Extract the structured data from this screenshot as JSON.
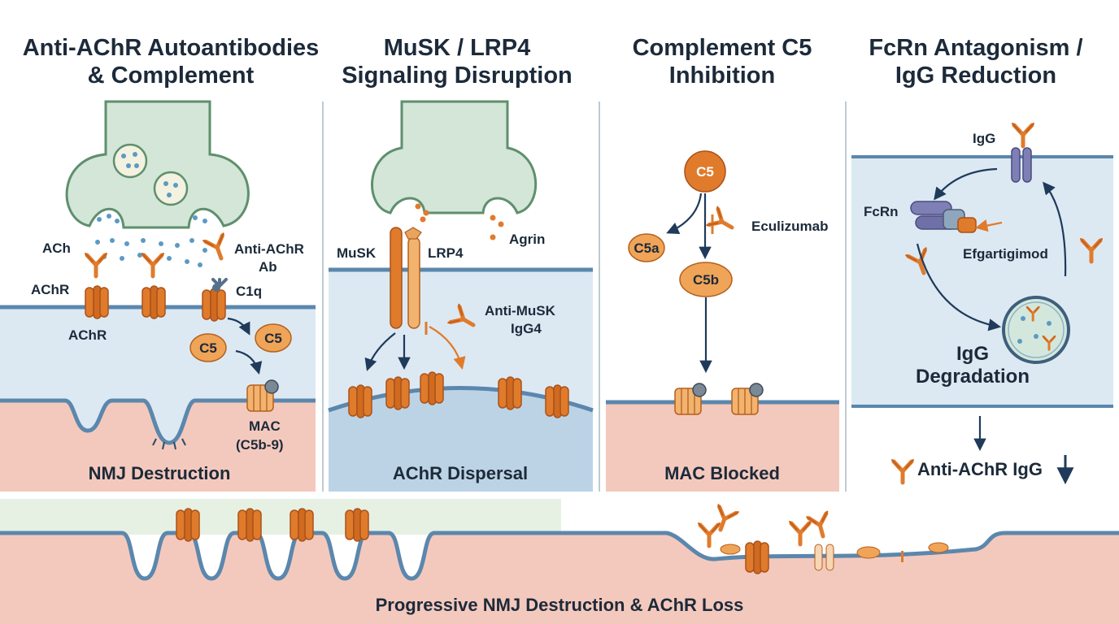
{
  "panels": [
    {
      "title_line1": "Anti-AChR Autoantibodies",
      "title_line2": "& Complement",
      "caption": "NMJ Destruction"
    },
    {
      "title_line1": "MuSK / LRP4",
      "title_line2": "Signaling Disruption",
      "caption": "AChR Dispersal"
    },
    {
      "title_line1": "Complement C5",
      "title_line2": "Inhibition",
      "caption": "MAC Blocked"
    },
    {
      "title_line1": "FcRn Antagonism /",
      "title_line2": "IgG Reduction",
      "caption": ""
    }
  ],
  "panel1": {
    "ach": "ACh",
    "achr_top": "AChR",
    "achr_bottom": "AChR",
    "anti_achr_ab_1": "Anti-AChR",
    "anti_achr_ab_2": "Ab",
    "c1q": "C1q",
    "c5_left": "C5",
    "c5_right": "C5",
    "mac_1": "MAC",
    "mac_2": "(C5b-9)"
  },
  "panel2": {
    "musk": "MuSK",
    "lrp4": "LRP4",
    "agrin": "Agrin",
    "anti_musk_1": "Anti-MuSK",
    "anti_musk_2": "IgG4"
  },
  "panel3": {
    "c5": "C5",
    "c5a": "C5a",
    "c5b": "C5b",
    "eculizumab": "Eculizumab"
  },
  "panel4": {
    "igg": "IgG",
    "fcrn": "FcRn",
    "efgartigimod": "Efgartigimod",
    "degradation_1": "IgG",
    "degradation_2": "Degradation",
    "result": "Anti-AChR IgG"
  },
  "bottom": {
    "caption": "Progressive NMJ Destruction & AChR Loss"
  },
  "colors": {
    "orange": "#e07b2c",
    "navy": "#1f3a5a",
    "terminal": "#d3e6d7",
    "cyto": "#dce9f3",
    "muscle": "#f4c9bd",
    "membrane": "#5b87ad"
  }
}
